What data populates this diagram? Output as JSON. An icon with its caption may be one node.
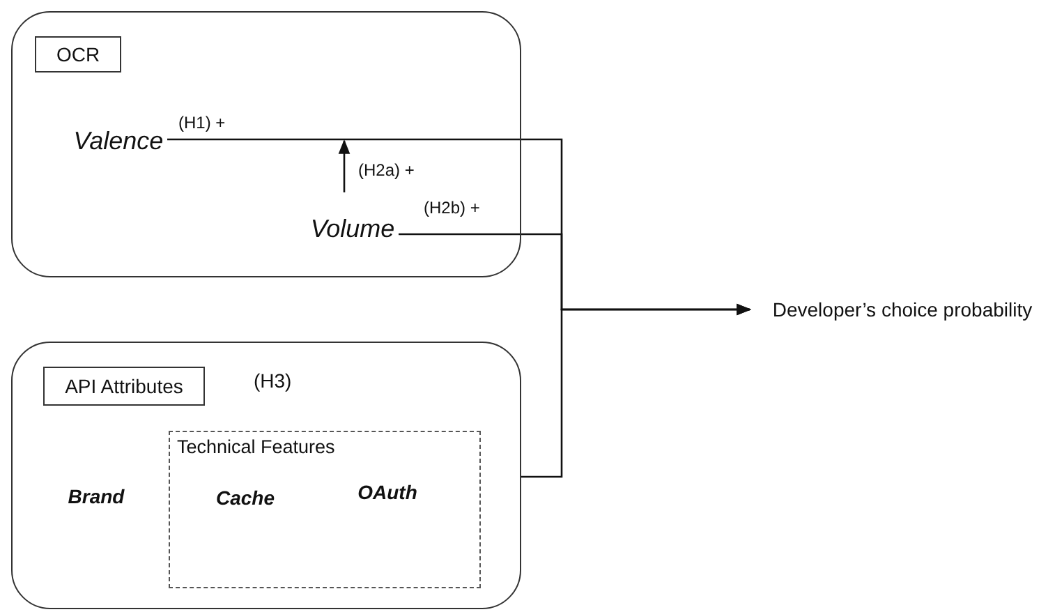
{
  "diagram": {
    "nodes": [
      {
        "text": [],
        "shape": "box"
      },
      {
        "text": [
          "OCR"
        ],
        "in": 0
      },
      {
        "text": [
          "Valence"
        ],
        "in": 0
      },
      {
        "text": [
          "Volume"
        ],
        "in": 0
      },
      {
        "text": [],
        "shape": "box"
      },
      {
        "text": [
          "API Attributes"
        ],
        "in": 4,
        "beside": [
          "(H3)"
        ]
      },
      {
        "text": [
          "Brand"
        ],
        "in": 4
      },
      {
        "text": [
          "Technical Features"
        ],
        "in": 4
      },
      {
        "text": [
          "Cache"
        ],
        "in": 7
      },
      {
        "text": [
          "OAuth"
        ],
        "in": 7
      },
      {
        "text": [
          "Developer’s choice probability"
        ]
      }
    ],
    "edges": [
      {
        "from": 2,
        "to": 10,
        "arrow": "to",
        "label": "(H1) +"
      },
      {
        "from": 3,
        "to": null,
        "arrow": "to",
        "label": "(H2a) +"
      },
      {
        "from": 3,
        "to": 10,
        "arrow": "to",
        "label": "(H2b) +"
      },
      {
        "from": 4,
        "to": 10,
        "arrow": "to"
      }
    ]
  }
}
